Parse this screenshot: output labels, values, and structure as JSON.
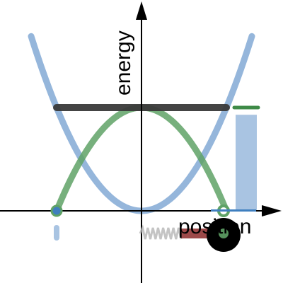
{
  "chart_data": {
    "type": "line",
    "xlabel": "position",
    "ylabel": "energy",
    "xlim": [
      -2.0,
      2.0
    ],
    "ylim": [
      -1.05,
      1.05
    ],
    "total_energy": 1.0,
    "amplitude": 1.5,
    "current_position": 1.45,
    "current_potential_energy": 0.93,
    "series": [
      {
        "role": "potential",
        "curve": "parabola",
        "x": [
          -1.9,
          -1.5,
          -1.0,
          -0.5,
          0.0,
          0.5,
          1.0,
          1.5,
          1.9
        ],
        "y": [
          1.6,
          1.0,
          0.44,
          0.11,
          0.0,
          0.11,
          0.44,
          1.0,
          1.6
        ],
        "color": "#8fb2d9"
      },
      {
        "role": "kinetic",
        "curve": "inverted-parabola",
        "x": [
          -1.5,
          -1.0,
          -0.5,
          0.0,
          0.5,
          1.0,
          1.5
        ],
        "y": [
          0.0,
          0.56,
          0.89,
          1.0,
          0.89,
          0.56,
          0.0
        ],
        "color": "#5fa266"
      },
      {
        "role": "total",
        "curve": "horizontal",
        "x": [
          -1.5,
          1.5
        ],
        "y": [
          1.0,
          1.0
        ],
        "color": "#3a3a3a"
      }
    ],
    "colors": {
      "axis": "#000000",
      "bar": "#a9c4e2",
      "bar_top": "#3e8a47",
      "spring": "#b5b5b5",
      "spring_dark": "#8c2a2a",
      "mass": "#000000",
      "dot": "#3f7fbf"
    }
  }
}
